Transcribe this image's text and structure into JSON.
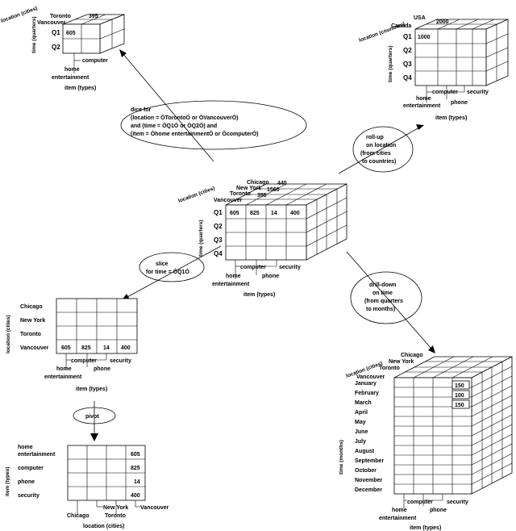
{
  "central_cube": {
    "location_axis": "location (cities)",
    "cities": [
      "Chicago",
      "New York",
      "Toronto",
      "Vancouver"
    ],
    "back_values": [
      "440",
      "1560",
      "395"
    ],
    "time_axis": "time (quarters)",
    "quarters": [
      "Q1",
      "Q2",
      "Q3",
      "Q4"
    ],
    "q1_values": [
      "605",
      "825",
      "14",
      "400"
    ],
    "item_labels": [
      "computer",
      "security",
      "home",
      "entertainment",
      "phone"
    ],
    "item_axis": "item (types)"
  },
  "dice": {
    "operation": [
      "dice for",
      "(location = ÒTorontoÓ or ÒVancouverÓ)",
      "and (time = ÒQ1Ó or ÒQ2Ó) and",
      "(item = Òhome entertainmentÓ or ÒcomputerÓ)"
    ],
    "cube": {
      "location_axis": "location (cities)",
      "cities": [
        "Toronto",
        "Vancouver"
      ],
      "back_value": "395",
      "time_axis": "time (quarters)",
      "quarters": [
        "Q1",
        "Q2"
      ],
      "value": "605",
      "item_labels": [
        "computer",
        "home",
        "entertainment"
      ],
      "item_axis": "item (types)"
    }
  },
  "rollup": {
    "operation": [
      "roll-up",
      "on location",
      "(from cities",
      "to countries)"
    ],
    "cube": {
      "location_axis": "location (countries)",
      "countries": [
        "USA",
        "Canada"
      ],
      "back_value": "2000",
      "time_axis": "time (quarters)",
      "quarters": [
        "Q1",
        "Q2",
        "Q3",
        "Q4"
      ],
      "value": "1000",
      "item_labels": [
        "computer",
        "security",
        "home",
        "entertainment",
        "phone"
      ],
      "item_axis": "item (types)"
    }
  },
  "slice": {
    "operation": [
      "slice",
      "for time = ÒQ1Ó"
    ],
    "table": {
      "location_axis": "location (cities)",
      "cities": [
        "Chicago",
        "New York",
        "Toronto",
        "Vancouver"
      ],
      "values": [
        "605",
        "825",
        "14",
        "400"
      ],
      "item_labels": [
        "computer",
        "security",
        "home",
        "entertainment",
        "phone"
      ],
      "item_axis": "item (types)"
    }
  },
  "pivot": {
    "operation": "pivot",
    "table": {
      "item_axis": "item (types)",
      "items": [
        "home",
        "entertainment",
        "computer",
        "phone",
        "security"
      ],
      "values": [
        "605",
        "825",
        "14",
        "400"
      ],
      "location_labels": [
        "New York",
        "Vancouver",
        "Chicago",
        "Toronto"
      ],
      "location_axis": "location (cities)"
    }
  },
  "drilldown": {
    "operation": [
      "drill-down",
      "on time",
      "(from quarters",
      "to months)"
    ],
    "cube": {
      "location_axis": "location (cities)",
      "cities": [
        "Chicago",
        "New York",
        "Toronto",
        "Vancouver"
      ],
      "time_axis": "time (months)",
      "months": [
        "January",
        "February",
        "March",
        "April",
        "May",
        "June",
        "July",
        "August",
        "September",
        "October",
        "November",
        "December"
      ],
      "values": [
        "150",
        "100",
        "150"
      ],
      "item_labels": [
        "computer",
        "security",
        "home",
        "entertainment",
        "phone"
      ],
      "item_axis": "item (types)"
    }
  }
}
